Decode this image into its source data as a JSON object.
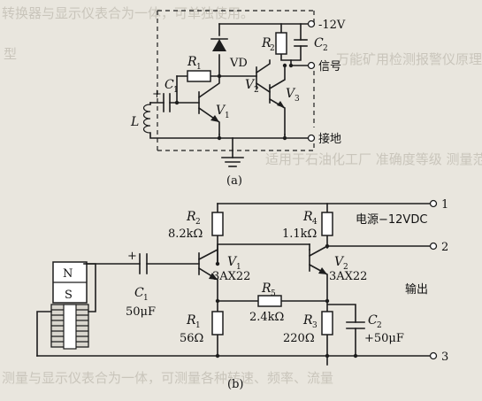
{
  "background_text": [
    "转换器与显示仪表合为一体，可单独使用。",
    "型",
    "万能矿用检测报警仪原理",
    "适用于石油化工厂 准确度等级 测量范围",
    "测量与显示仪表合为一体，可测量各种转速、频率、流量"
  ],
  "diagram_a": {
    "caption": "(a)",
    "terminals": [
      "-12V",
      "信号",
      "接地"
    ],
    "components": {
      "R1": {
        "letter": "R",
        "sub": "1"
      },
      "R2": {
        "letter": "R",
        "sub": "2"
      },
      "C1": {
        "letter": "C",
        "sub": "1"
      },
      "C2": {
        "letter": "C",
        "sub": "2"
      },
      "VD": "VD",
      "V1": {
        "letter": "V",
        "sub": "1"
      },
      "V2": {
        "letter": "V",
        "sub": "2"
      },
      "V3": {
        "letter": "V",
        "sub": "3"
      },
      "L": "L"
    }
  },
  "diagram_b": {
    "caption": "(b)",
    "terminals": [
      {
        "id": "1",
        "label": "电源−12VDC"
      },
      {
        "id": "2",
        "label": ""
      },
      {
        "id": "3",
        "label": ""
      }
    ],
    "output_label": "输出",
    "magnet": {
      "north": "N",
      "south": "S"
    },
    "components": {
      "R1": {
        "letter": "R",
        "sub": "1",
        "value": "56Ω"
      },
      "R2": {
        "letter": "R",
        "sub": "2",
        "value": "8.2kΩ"
      },
      "R3": {
        "letter": "R",
        "sub": "3",
        "value": "220Ω"
      },
      "R4": {
        "letter": "R",
        "sub": "4",
        "value": "1.1kΩ"
      },
      "R5": {
        "letter": "R",
        "sub": "5",
        "value": "2.4kΩ"
      },
      "C1": {
        "letter": "C",
        "sub": "1",
        "value": "50μF"
      },
      "C2": {
        "letter": "C",
        "sub": "2",
        "value": "+50μF"
      },
      "V1": {
        "letter": "V",
        "sub": "1",
        "model": "3AX22"
      },
      "V2": {
        "letter": "V",
        "sub": "2",
        "model": "3AX22"
      }
    },
    "polarity_marks": [
      "+",
      "+"
    ]
  }
}
